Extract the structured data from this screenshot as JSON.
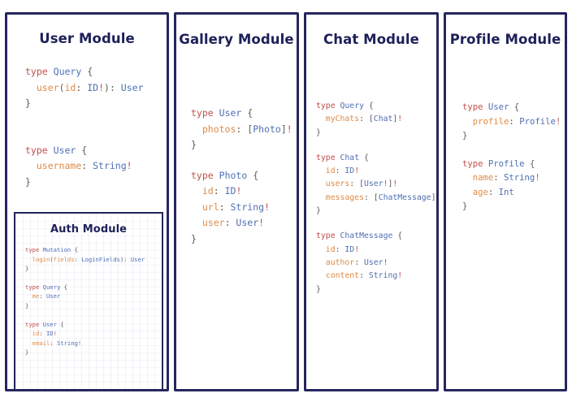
{
  "theme": {
    "background": "#ffffff",
    "panel_border": "#25265e",
    "title_color": "#1e2059",
    "code_keyword": "#c0504d",
    "code_type": "#4f6fb3",
    "code_field": "#e08b45",
    "code_punct": "#5a5a5a"
  },
  "panels": [
    {
      "id": "user",
      "title": "User Module",
      "blocks": [
        {
          "lines": [
            [
              {
                "t": "type",
                "c": "kw"
              },
              {
                "t": " ",
                "c": "pn"
              },
              {
                "t": "Query",
                "c": "tp"
              },
              {
                "t": " {",
                "c": "pn"
              }
            ],
            [
              {
                "t": "  ",
                "c": "pn"
              },
              {
                "t": "user",
                "c": "fld"
              },
              {
                "t": "(",
                "c": "pn"
              },
              {
                "t": "id",
                "c": "fld"
              },
              {
                "t": ": ",
                "c": "pn"
              },
              {
                "t": "ID",
                "c": "tp"
              },
              {
                "t": "!",
                "c": "bang"
              },
              {
                "t": "): ",
                "c": "pn"
              },
              {
                "t": "User",
                "c": "tp"
              }
            ],
            [
              {
                "t": "}",
                "c": "pn"
              }
            ]
          ]
        },
        {
          "lines": [
            [
              {
                "t": "type",
                "c": "kw"
              },
              {
                "t": " ",
                "c": "pn"
              },
              {
                "t": "User",
                "c": "tp"
              },
              {
                "t": " {",
                "c": "pn"
              }
            ],
            [
              {
                "t": "  ",
                "c": "pn"
              },
              {
                "t": "username",
                "c": "fld"
              },
              {
                "t": ": ",
                "c": "pn"
              },
              {
                "t": "String",
                "c": "tp"
              },
              {
                "t": "!",
                "c": "bang"
              }
            ],
            [
              {
                "t": "}",
                "c": "pn"
              }
            ]
          ]
        }
      ],
      "nested": {
        "id": "auth",
        "title": "Auth Module",
        "blocks": [
          {
            "lines": [
              [
                {
                  "t": "type",
                  "c": "kw"
                },
                {
                  "t": " ",
                  "c": "pn"
                },
                {
                  "t": "Mutation",
                  "c": "tp"
                },
                {
                  "t": " {",
                  "c": "pn"
                }
              ],
              [
                {
                  "t": "  ",
                  "c": "pn"
                },
                {
                  "t": "login",
                  "c": "fld"
                },
                {
                  "t": "(",
                  "c": "pn"
                },
                {
                  "t": "fields",
                  "c": "fld"
                },
                {
                  "t": ": ",
                  "c": "pn"
                },
                {
                  "t": "LoginFields",
                  "c": "tp"
                },
                {
                  "t": "): ",
                  "c": "pn"
                },
                {
                  "t": "User",
                  "c": "tp"
                }
              ],
              [
                {
                  "t": "}",
                  "c": "pn"
                }
              ]
            ]
          },
          {
            "lines": [
              [
                {
                  "t": "type",
                  "c": "kw"
                },
                {
                  "t": " ",
                  "c": "pn"
                },
                {
                  "t": "Query",
                  "c": "tp"
                },
                {
                  "t": " {",
                  "c": "pn"
                }
              ],
              [
                {
                  "t": "  ",
                  "c": "pn"
                },
                {
                  "t": "me",
                  "c": "fld"
                },
                {
                  "t": ": ",
                  "c": "pn"
                },
                {
                  "t": "User",
                  "c": "tp"
                }
              ],
              [
                {
                  "t": "}",
                  "c": "pn"
                }
              ]
            ]
          },
          {
            "lines": [
              [
                {
                  "t": "type",
                  "c": "kw"
                },
                {
                  "t": " ",
                  "c": "pn"
                },
                {
                  "t": "User",
                  "c": "tp"
                },
                {
                  "t": " {",
                  "c": "pn"
                }
              ],
              [
                {
                  "t": "  ",
                  "c": "pn"
                },
                {
                  "t": "id",
                  "c": "fld"
                },
                {
                  "t": ": ",
                  "c": "pn"
                },
                {
                  "t": "ID",
                  "c": "tp"
                },
                {
                  "t": "!",
                  "c": "bang"
                }
              ],
              [
                {
                  "t": "  ",
                  "c": "pn"
                },
                {
                  "t": "email",
                  "c": "fld"
                },
                {
                  "t": ": ",
                  "c": "pn"
                },
                {
                  "t": "String",
                  "c": "tp"
                },
                {
                  "t": "!",
                  "c": "bang"
                }
              ],
              [
                {
                  "t": "}",
                  "c": "pn"
                }
              ]
            ]
          }
        ]
      }
    },
    {
      "id": "gallery",
      "title": "Gallery Module",
      "blocks": [
        {
          "lines": [
            [
              {
                "t": "type",
                "c": "kw"
              },
              {
                "t": " ",
                "c": "pn"
              },
              {
                "t": "User",
                "c": "tp"
              },
              {
                "t": " {",
                "c": "pn"
              }
            ],
            [
              {
                "t": "  ",
                "c": "pn"
              },
              {
                "t": "photos",
                "c": "fld"
              },
              {
                "t": ": [",
                "c": "pn"
              },
              {
                "t": "Photo",
                "c": "tp"
              },
              {
                "t": "]",
                "c": "pn"
              },
              {
                "t": "!",
                "c": "bang"
              }
            ],
            [
              {
                "t": "}",
                "c": "pn"
              }
            ]
          ]
        },
        {
          "lines": [
            [
              {
                "t": "type",
                "c": "kw"
              },
              {
                "t": " ",
                "c": "pn"
              },
              {
                "t": "Photo",
                "c": "tp"
              },
              {
                "t": " {",
                "c": "pn"
              }
            ],
            [
              {
                "t": "  ",
                "c": "pn"
              },
              {
                "t": "id",
                "c": "fld"
              },
              {
                "t": ": ",
                "c": "pn"
              },
              {
                "t": "ID",
                "c": "tp"
              },
              {
                "t": "!",
                "c": "bang"
              }
            ],
            [
              {
                "t": "  ",
                "c": "pn"
              },
              {
                "t": "url",
                "c": "fld"
              },
              {
                "t": ": ",
                "c": "pn"
              },
              {
                "t": "String",
                "c": "tp"
              },
              {
                "t": "!",
                "c": "bang"
              }
            ],
            [
              {
                "t": "  ",
                "c": "pn"
              },
              {
                "t": "user",
                "c": "fld"
              },
              {
                "t": ": ",
                "c": "pn"
              },
              {
                "t": "User",
                "c": "tp"
              },
              {
                "t": "!",
                "c": "bang"
              }
            ],
            [
              {
                "t": "}",
                "c": "pn"
              }
            ]
          ]
        }
      ]
    },
    {
      "id": "chat",
      "title": "Chat Module",
      "blocks": [
        {
          "lines": [
            [
              {
                "t": "type",
                "c": "kw"
              },
              {
                "t": " ",
                "c": "pn"
              },
              {
                "t": "Query",
                "c": "tp"
              },
              {
                "t": " {",
                "c": "pn"
              }
            ],
            [
              {
                "t": "  ",
                "c": "pn"
              },
              {
                "t": "myChats",
                "c": "fld"
              },
              {
                "t": ": [",
                "c": "pn"
              },
              {
                "t": "Chat",
                "c": "tp"
              },
              {
                "t": "]",
                "c": "pn"
              },
              {
                "t": "!",
                "c": "bang"
              }
            ],
            [
              {
                "t": "}",
                "c": "pn"
              }
            ]
          ]
        },
        {
          "lines": [
            [
              {
                "t": "type",
                "c": "kw"
              },
              {
                "t": " ",
                "c": "pn"
              },
              {
                "t": "Chat",
                "c": "tp"
              },
              {
                "t": " {",
                "c": "pn"
              }
            ],
            [
              {
                "t": "  ",
                "c": "pn"
              },
              {
                "t": "id",
                "c": "fld"
              },
              {
                "t": ": ",
                "c": "pn"
              },
              {
                "t": "ID",
                "c": "tp"
              },
              {
                "t": "!",
                "c": "bang"
              }
            ],
            [
              {
                "t": "  ",
                "c": "pn"
              },
              {
                "t": "users",
                "c": "fld"
              },
              {
                "t": ": [",
                "c": "pn"
              },
              {
                "t": "User",
                "c": "tp"
              },
              {
                "t": "!",
                "c": "bang"
              },
              {
                "t": "]",
                "c": "pn"
              },
              {
                "t": "!",
                "c": "bang"
              }
            ],
            [
              {
                "t": "  ",
                "c": "pn"
              },
              {
                "t": "messages",
                "c": "fld"
              },
              {
                "t": ": [",
                "c": "pn"
              },
              {
                "t": "ChatMessage",
                "c": "tp"
              },
              {
                "t": "]",
                "c": "pn"
              },
              {
                "t": "!",
                "c": "bang"
              }
            ],
            [
              {
                "t": "}",
                "c": "pn"
              }
            ]
          ]
        },
        {
          "lines": [
            [
              {
                "t": "type",
                "c": "kw"
              },
              {
                "t": " ",
                "c": "pn"
              },
              {
                "t": "ChatMessage",
                "c": "tp"
              },
              {
                "t": " {",
                "c": "pn"
              }
            ],
            [
              {
                "t": "  ",
                "c": "pn"
              },
              {
                "t": "id",
                "c": "fld"
              },
              {
                "t": ": ",
                "c": "pn"
              },
              {
                "t": "ID",
                "c": "tp"
              },
              {
                "t": "!",
                "c": "bang"
              }
            ],
            [
              {
                "t": "  ",
                "c": "pn"
              },
              {
                "t": "author",
                "c": "fld"
              },
              {
                "t": ": ",
                "c": "pn"
              },
              {
                "t": "User",
                "c": "tp"
              },
              {
                "t": "!",
                "c": "bang"
              }
            ],
            [
              {
                "t": "  ",
                "c": "pn"
              },
              {
                "t": "content",
                "c": "fld"
              },
              {
                "t": ": ",
                "c": "pn"
              },
              {
                "t": "String",
                "c": "tp"
              },
              {
                "t": "!",
                "c": "bang"
              }
            ],
            [
              {
                "t": "}",
                "c": "pn"
              }
            ]
          ]
        }
      ]
    },
    {
      "id": "profile",
      "title": "Profile Module",
      "blocks": [
        {
          "lines": [
            [
              {
                "t": "type",
                "c": "kw"
              },
              {
                "t": " ",
                "c": "pn"
              },
              {
                "t": "User",
                "c": "tp"
              },
              {
                "t": " {",
                "c": "pn"
              }
            ],
            [
              {
                "t": "  ",
                "c": "pn"
              },
              {
                "t": "profile",
                "c": "fld"
              },
              {
                "t": ": ",
                "c": "pn"
              },
              {
                "t": "Profile",
                "c": "tp"
              },
              {
                "t": "!",
                "c": "bang"
              }
            ],
            [
              {
                "t": "}",
                "c": "pn"
              }
            ]
          ]
        },
        {
          "lines": [
            [
              {
                "t": "type",
                "c": "kw"
              },
              {
                "t": " ",
                "c": "pn"
              },
              {
                "t": "Profile",
                "c": "tp"
              },
              {
                "t": " {",
                "c": "pn"
              }
            ],
            [
              {
                "t": "  ",
                "c": "pn"
              },
              {
                "t": "name",
                "c": "fld"
              },
              {
                "t": ": ",
                "c": "pn"
              },
              {
                "t": "String",
                "c": "tp"
              },
              {
                "t": "!",
                "c": "bang"
              }
            ],
            [
              {
                "t": "  ",
                "c": "pn"
              },
              {
                "t": "age",
                "c": "fld"
              },
              {
                "t": ": ",
                "c": "pn"
              },
              {
                "t": "Int",
                "c": "tp"
              }
            ],
            [
              {
                "t": "}",
                "c": "pn"
              }
            ]
          ]
        }
      ]
    }
  ]
}
